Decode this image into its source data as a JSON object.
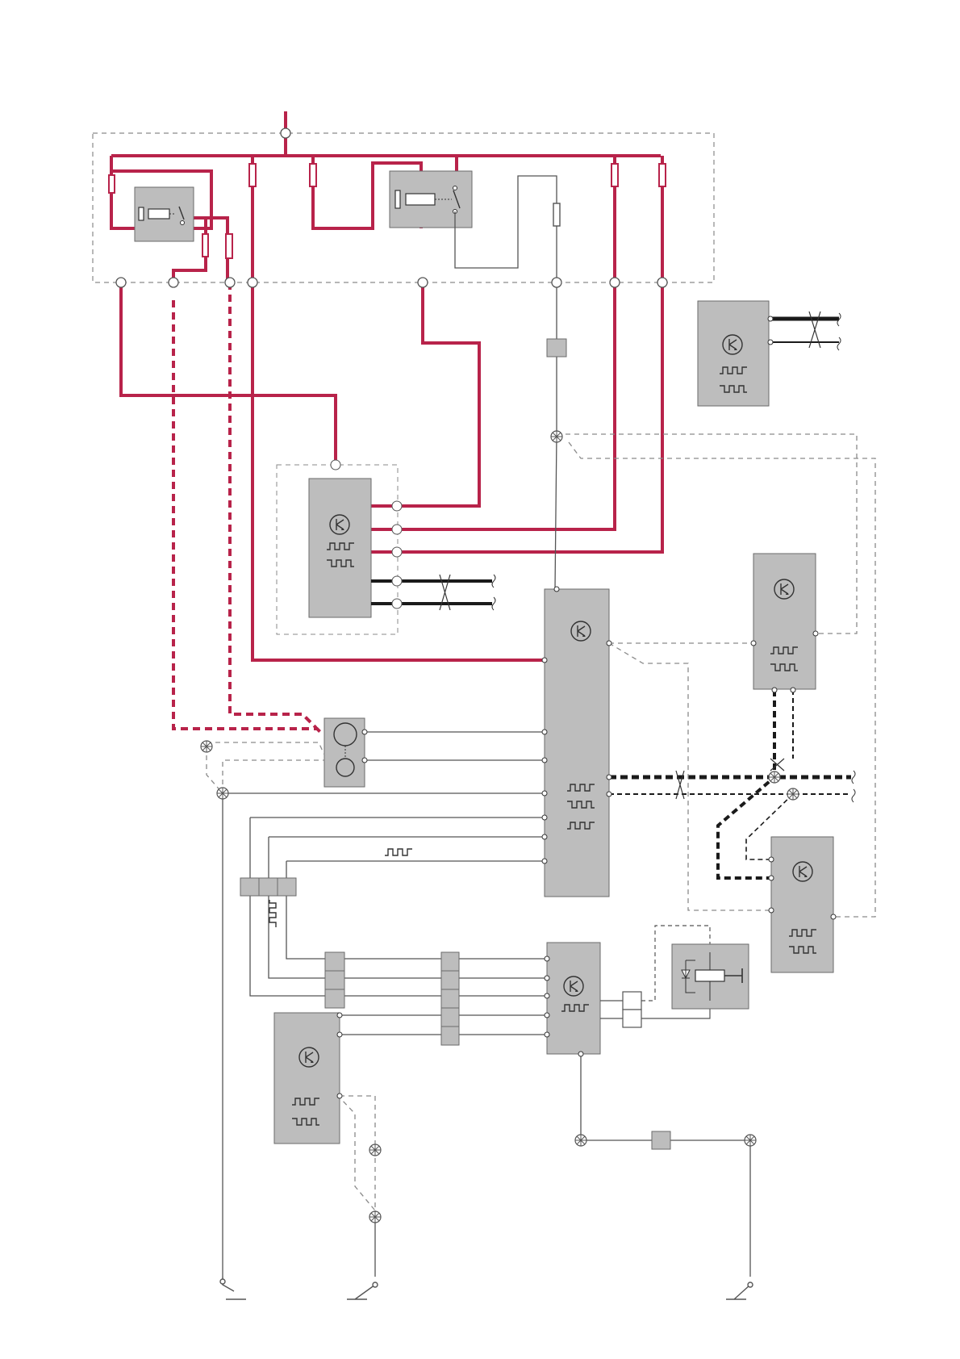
{
  "diagram": {
    "type": "wiring-schematic",
    "text_labels": [],
    "colors": {
      "background": "#ffffff",
      "power_wire": "#b8234a",
      "signal_wire": "#1a1a1a",
      "thin_wire": "#555555",
      "dashed_wire": "#8a8a8a",
      "module_fill": "#bdbdbd",
      "module_stroke": "#6a6a6a"
    },
    "components": [
      {
        "id": "relay-left",
        "kind": "relay"
      },
      {
        "id": "relay-center",
        "kind": "relay"
      },
      {
        "id": "relay-diode",
        "kind": "relay-with-diode"
      },
      {
        "id": "ecu-top-right",
        "kind": "control-module"
      },
      {
        "id": "ecu-left",
        "kind": "control-module"
      },
      {
        "id": "ecu-center",
        "kind": "control-module"
      },
      {
        "id": "ecu-right-upper",
        "kind": "control-module"
      },
      {
        "id": "ecu-right-lower",
        "kind": "control-module"
      },
      {
        "id": "ecu-bottom-center",
        "kind": "control-module"
      },
      {
        "id": "ecu-bottom-left",
        "kind": "control-module"
      },
      {
        "id": "sensor-round",
        "kind": "sensor"
      },
      {
        "id": "fuse-box-frame",
        "kind": "fuse-box"
      },
      {
        "id": "ground-points",
        "count": 3,
        "kind": "ground"
      }
    ]
  }
}
